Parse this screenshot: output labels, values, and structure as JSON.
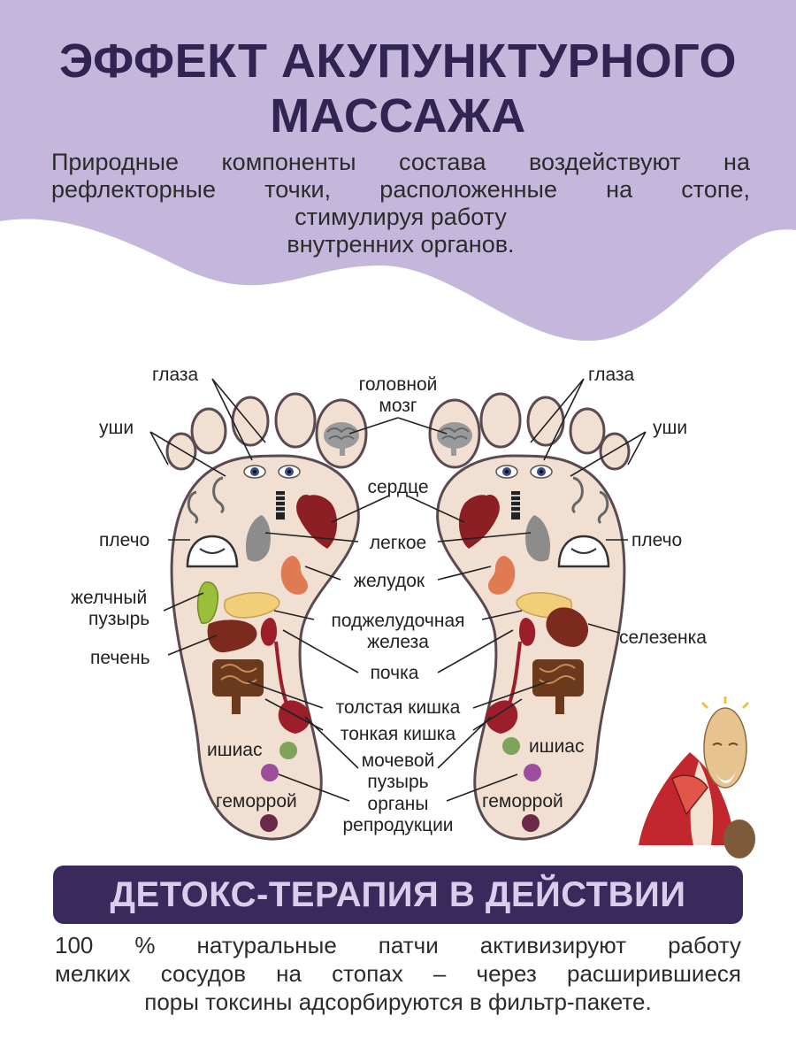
{
  "header": {
    "title_line1": "ЭФФЕКТ АКУПУНКТУРНОГО",
    "title_line2": "МАССАЖА",
    "intro_line1": "Природные компоненты состава воздействуют на",
    "intro_line2": "рефлекторные точки, расположенные на стопе,",
    "intro_line3": "стимулируя работу",
    "intro_line4": "внутренних органов."
  },
  "diagram": {
    "labels": {
      "eyes_left": "глаза",
      "eyes_right": "глаза",
      "brain_line1": "головной",
      "brain_line2": "мозг",
      "ears_left": "уши",
      "ears_right": "уши",
      "heart": "сердце",
      "shoulder_left": "плечо",
      "shoulder_right": "плечо",
      "lung": "легкое",
      "stomach": "желудок",
      "gallbladder_line1": "желчный",
      "gallbladder_line2": "пузырь",
      "pancreas_line1": "поджелудочная",
      "pancreas_line2": "железа",
      "spleen": "селезенка",
      "liver": "печень",
      "kidney": "почка",
      "colon": "толстая кишка",
      "small_intestine": "тонкая кишка",
      "sciatica_left": "ишиас",
      "sciatica_right": "ишиас",
      "bladder_line1": "мочевой",
      "bladder_line2": "пузырь",
      "hemorrhoids_left": "геморрой",
      "hemorrhoids_right": "геморрой",
      "reproductive_line1": "органы",
      "reproductive_line2": "репродукции"
    },
    "colors": {
      "foot": "#f1dfd2",
      "foot_outline": "#5a4a52",
      "heart": "#8b1f24",
      "lung": "#8c8c8c",
      "stomach": "#e07a53",
      "pancreas": "#f1cf7a",
      "liver": "#7d2a1e",
      "intestine": "#6b3a1c",
      "sciatica": "#7fa35a",
      "hemorrhoids": "#8a3a62",
      "reproductive": "#9b4e9e"
    }
  },
  "banner": {
    "text": "ДЕТОКС-ТЕРАПИЯ В ДЕЙСТВИИ"
  },
  "footer": {
    "line1": "100 % натуральные патчи активизируют работу",
    "line2": "мелких сосудов на стопах – через расширившиеся",
    "line3": "поры токсины адсорбируются в фильтр-пакете."
  }
}
